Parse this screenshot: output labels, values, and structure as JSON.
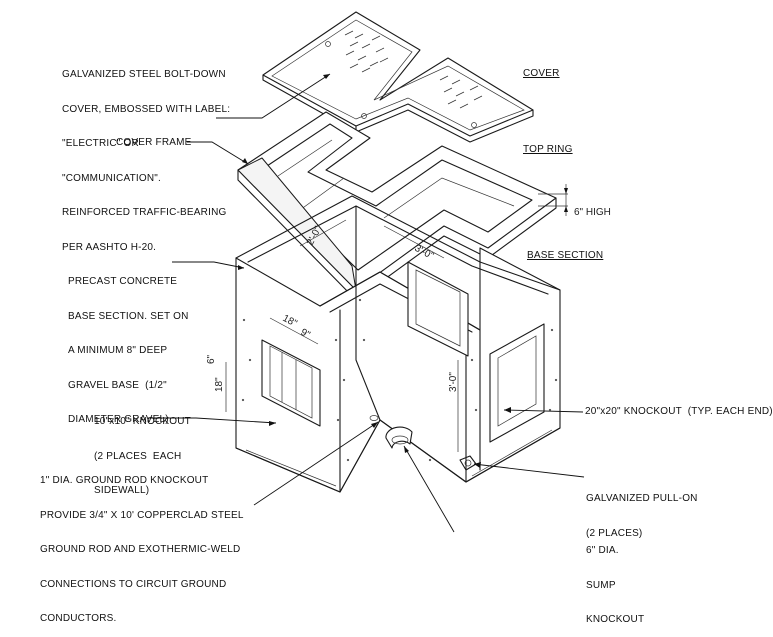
{
  "labels": {
    "cover_note": [
      "GALVANIZED STEEL BOLT-DOWN",
      "COVER, EMBOSSED WITH LABEL:",
      "\"ELECTRIC\" OR",
      "\"COMMUNICATION\".",
      "REINFORCED TRAFFIC-BEARING",
      "PER AASHTO H-20."
    ],
    "cover_frame": "COVER FRAME",
    "base_note": [
      "PRECAST CONCRETE",
      "BASE SECTION. SET ON",
      "A MINIMUM 8\" DEEP",
      "GRAVEL BASE  (1/2\"",
      "DIAMETER GRAVEL)"
    ],
    "knockout_10": [
      "10\"x10\" KNOCKOUT",
      "(2 PLACES  EACH",
      "SIDEWALL)"
    ],
    "ground_rod": [
      "1\" DIA. GROUND ROD KNOCKOUT",
      "PROVIDE 3/4\" X 10' COPPERCLAD STEEL",
      "GROUND ROD AND EXOTHERMIC-WELD",
      "CONNECTIONS TO CIRCUIT GROUND",
      "CONDUCTORS."
    ],
    "knockout_20": "20\"x20\" KNOCKOUT  (TYP. EACH END)",
    "pull_on": [
      "GALVANIZED PULL-ON",
      "(2 PLACES)"
    ],
    "sump": [
      "6\" DIA.",
      "SUMP",
      "KNOCKOUT"
    ]
  },
  "titles": {
    "cover": "COVER",
    "top_ring": "TOP RING",
    "base_section": "BASE SECTION"
  },
  "dimensions": {
    "height_6": "6\" HIGH",
    "dim_2_0": "2'-0\"",
    "dim_3_0_top": "3'-0\"",
    "dim_18_top": "18\"",
    "dim_9": "9\"",
    "dim_6": "6\"",
    "dim_18_side": "18\"",
    "dim_3_0_side": "3'-0\""
  }
}
